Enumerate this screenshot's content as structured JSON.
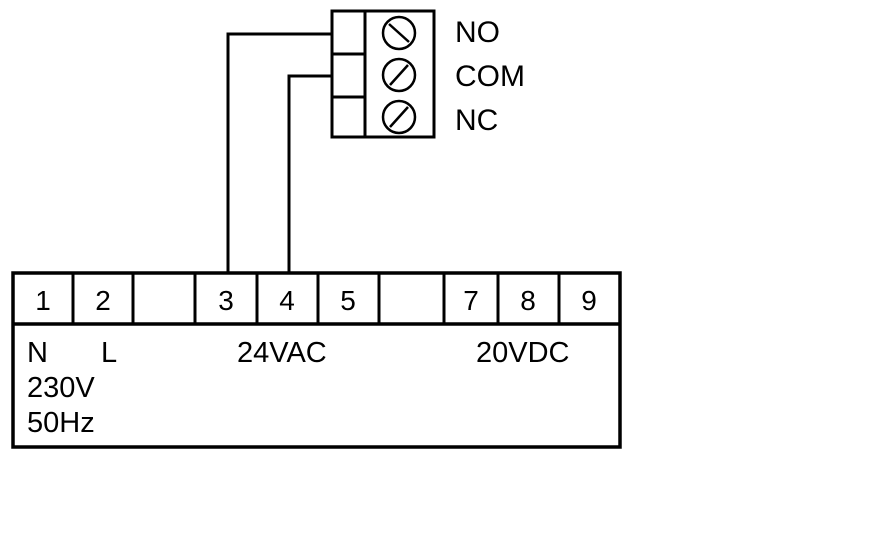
{
  "relay": {
    "labels": [
      "NO",
      "COM",
      "NC"
    ]
  },
  "terminal_block": {
    "numbers": [
      "1",
      "2",
      "",
      "3",
      "4",
      "5",
      "",
      "7",
      "8",
      "9"
    ]
  },
  "annotations": {
    "n": "N",
    "l": "L",
    "voltage_230": "230V",
    "freq_50": "50Hz",
    "ac_24": "24VAC",
    "dc_20": "20VDC"
  },
  "colors": {
    "line": "#000000",
    "background": "#ffffff"
  }
}
